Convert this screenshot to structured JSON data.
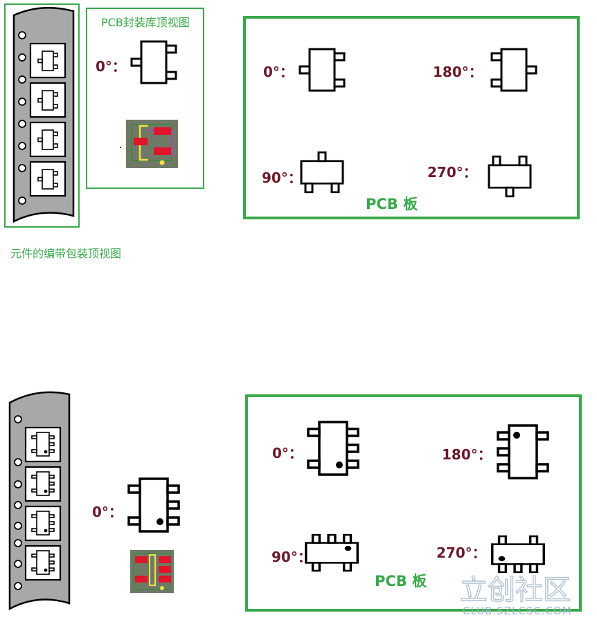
{
  "top": {
    "library_label": "PCB封装库顶视图",
    "tape_label": "元件的编带包装顶视图",
    "library_rotation": "0°：",
    "board_label": "PCB 板",
    "board_rotations": [
      "0°：",
      "180°：",
      "90°：",
      "270°："
    ]
  },
  "bottom": {
    "library_rotation": "0°：",
    "board_label": "PCB 板",
    "board_rotations": [
      "0°：",
      "180°：",
      "90°：",
      "270°："
    ]
  },
  "watermark": {
    "text": "CLUB.SZLCSC.COM",
    "logo_text": "立创社区"
  },
  "colors": {
    "frame_green": "#3aa84a",
    "rotation_text": "#6b1a2a",
    "tape_gray": "#a8a8a8",
    "pad_red": "#e0142a"
  }
}
